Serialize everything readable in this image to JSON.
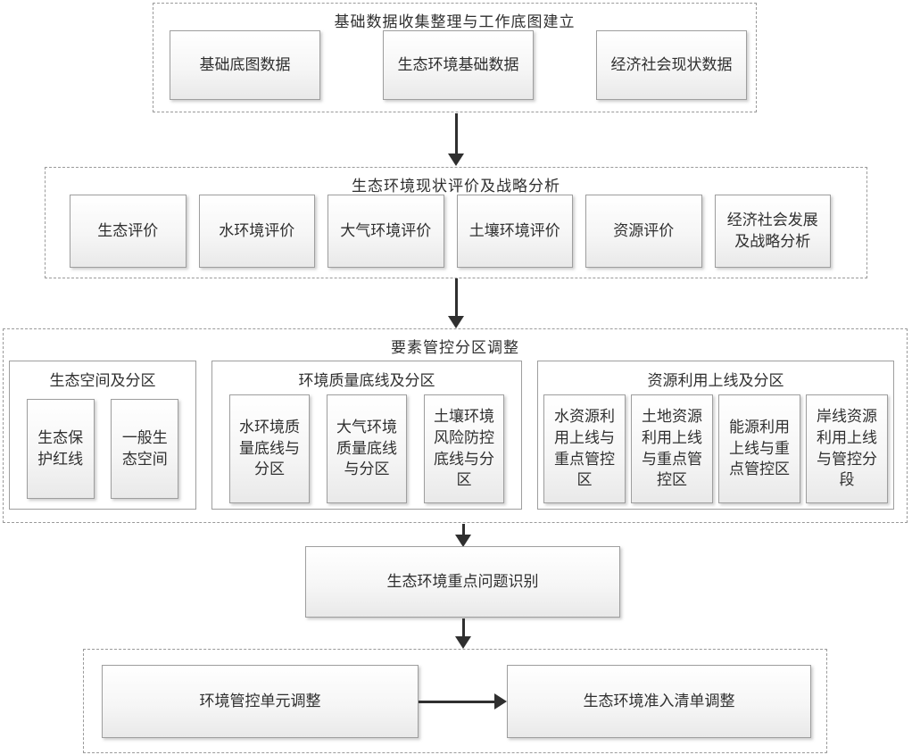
{
  "stage1": {
    "title": "基础数据收集整理与工作底图建立",
    "items": [
      "基础底图数据",
      "生态环境基础数据",
      "经济社会现状数据"
    ]
  },
  "stage2": {
    "title": "生态环境现状评价及战略分析",
    "items": [
      "生态评价",
      "水环境评价",
      "大气环境评价",
      "土壤环境评价",
      "资源评价",
      "经济社会发展及战略分析"
    ]
  },
  "stage3": {
    "title": "要素管控分区调整",
    "groups": [
      {
        "title": "生态空间及分区",
        "items": [
          "生态保护红线",
          "一般生态空间"
        ]
      },
      {
        "title": "环境质量底线及分区",
        "items": [
          "水环境质量底线与分区",
          "大气环境质量底线与分区",
          "土壤环境风险防控底线与分区"
        ]
      },
      {
        "title": "资源利用上线及分区",
        "items": [
          "水资源利用上线与重点管控区",
          "土地资源利用上线与重点管控区",
          "能源利用上线与重点管控区",
          "岸线资源利用上线与管控分段"
        ]
      }
    ]
  },
  "stage4": {
    "title": "生态环境重点问题识别"
  },
  "stage5": {
    "items": [
      "环境管控单元调整",
      "生态环境准入清单调整"
    ]
  },
  "colors": {
    "node_border": "#9e9e9e",
    "dashed_border": "#9a9a9a",
    "node_fill_top": "#ffffff",
    "node_fill_bottom": "#e9e9e9",
    "arrow": "#2f2f2f",
    "text": "#2f2f2f"
  }
}
